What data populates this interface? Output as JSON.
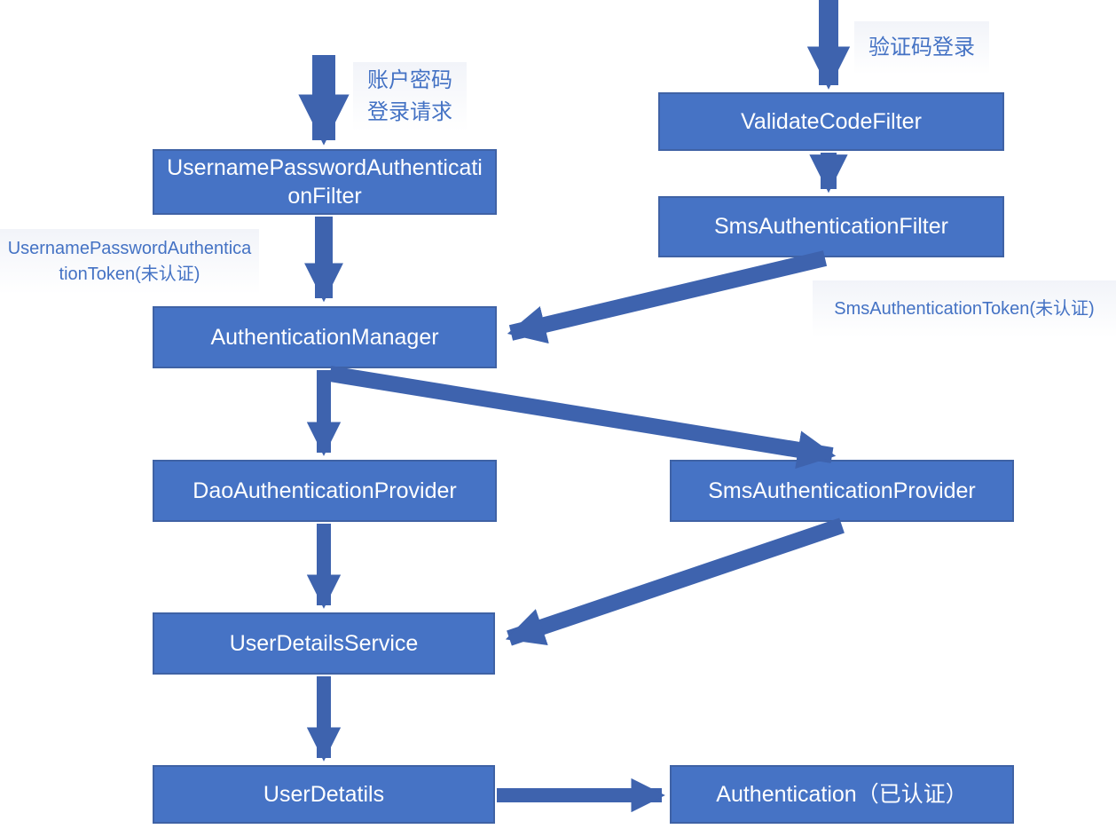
{
  "diagram": {
    "nodes": {
      "username_password_authentication_filter": "UsernamePasswordAuthenticationFilter",
      "authentication_manager": "AuthenticationManager",
      "dao_authentication_provider": "DaoAuthenticationProvider",
      "user_details_service": "UserDetailsService",
      "user_detatils": "UserDetatils",
      "validate_code_filter": "ValidateCodeFilter",
      "sms_authentication_filter": "SmsAuthenticationFilter",
      "sms_authentication_provider": "SmsAuthenticationProvider",
      "authentication_authenticated": "Authentication（已认证）"
    },
    "annotations": {
      "password_login_request": "账户密码\n登录请求",
      "username_password_token": "UsernamePasswordAuthenticationToken(未认证)",
      "sms_login": "验证码登录",
      "sms_token": "SmsAuthenticationToken(未认证)"
    },
    "edges": [
      {
        "from": "password_login_entry",
        "to": "username_password_authentication_filter",
        "label": "账户密码 登录请求"
      },
      {
        "from": "username_password_authentication_filter",
        "to": "authentication_manager",
        "label": "UsernamePasswordAuthenticationToken(未认证)"
      },
      {
        "from": "authentication_manager",
        "to": "dao_authentication_provider",
        "label": ""
      },
      {
        "from": "dao_authentication_provider",
        "to": "user_details_service",
        "label": ""
      },
      {
        "from": "user_details_service",
        "to": "user_detatils",
        "label": ""
      },
      {
        "from": "user_detatils",
        "to": "authentication_authenticated",
        "label": ""
      },
      {
        "from": "sms_login_entry",
        "to": "validate_code_filter",
        "label": "验证码登录"
      },
      {
        "from": "validate_code_filter",
        "to": "sms_authentication_filter",
        "label": ""
      },
      {
        "from": "sms_authentication_filter",
        "to": "authentication_manager",
        "label": "SmsAuthenticationToken(未认证)"
      },
      {
        "from": "authentication_manager",
        "to": "sms_authentication_provider",
        "label": ""
      },
      {
        "from": "sms_authentication_provider",
        "to": "user_details_service",
        "label": ""
      }
    ],
    "colors": {
      "node_fill": "#4673c5",
      "node_border": "#3f62a5",
      "node_text": "#ffffff",
      "arrow": "#3e63ae",
      "annotation_text": "#4472c4",
      "annotation_bg": "#f2f4f9",
      "background": "#ffffff"
    }
  }
}
